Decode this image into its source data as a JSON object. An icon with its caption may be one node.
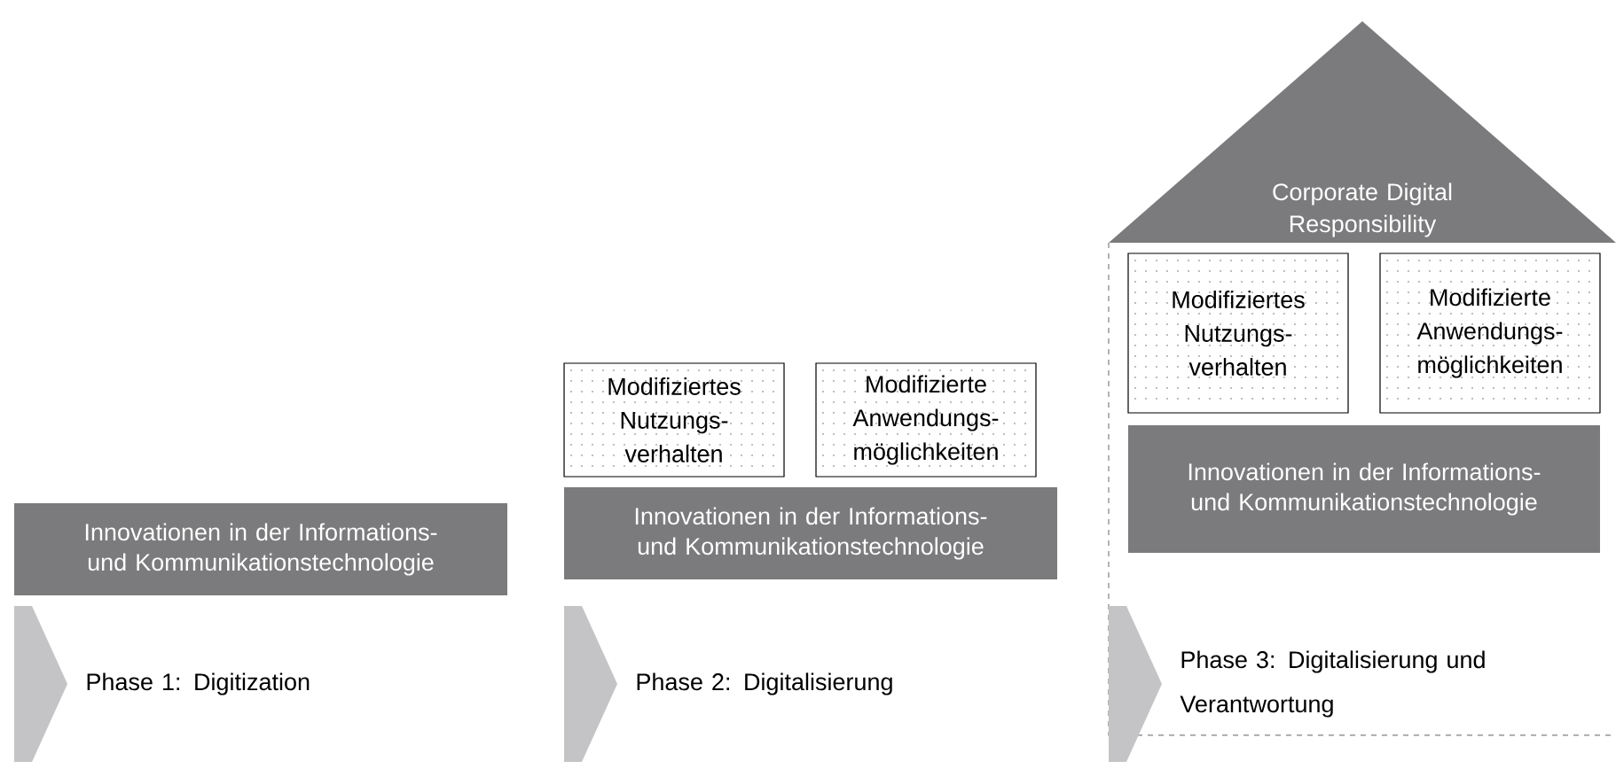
{
  "diagram": {
    "nodes": [
      {
        "text": [
          "Innovationen in der Informations- und Kommunikationstechnologie"
        ]
      },
      {
        "text": [
          "Phase 1: Digitization"
        ]
      },
      {
        "text": [
          "Modifiziertes Nutzungs- verhalten"
        ]
      },
      {
        "text": [
          "Modifizierte Anwendungs- möglichkeiten"
        ]
      },
      {
        "text": [
          "Innovationen in der Informations- und Kommunikationstechnologie"
        ]
      },
      {
        "text": [
          "Phase 2: Digitalisierung"
        ]
      },
      {
        "text": [
          "Corporate Digital Responsibility"
        ]
      },
      {
        "text": [
          "Modifiziertes Nutzungs- verhalten"
        ]
      },
      {
        "text": [
          "Modifizierte Anwendungs- möglichkeiten"
        ]
      },
      {
        "text": [
          "Innovationen in der Informations- und Kommunikationstechnologie"
        ]
      },
      {
        "text": [
          "Phase 3: Digitalisierung und Verantwortung"
        ]
      }
    ]
  }
}
